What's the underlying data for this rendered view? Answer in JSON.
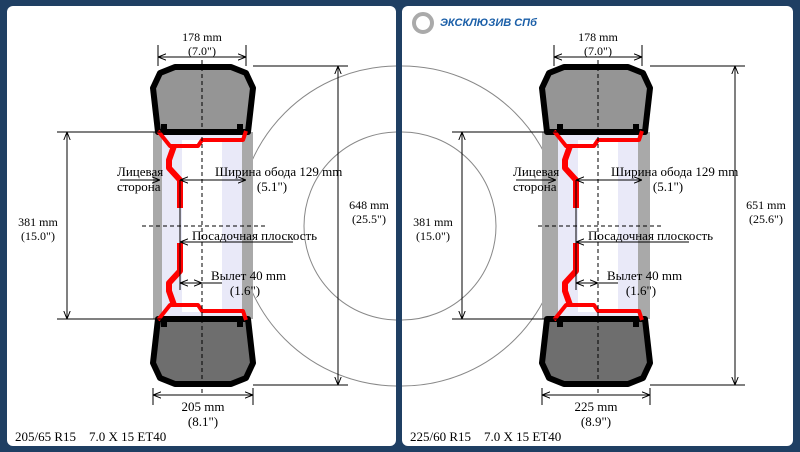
{
  "brand": {
    "name": "ЭКСКЛЮЗИВ СПб"
  },
  "colors": {
    "rim": "#ff0000",
    "tire": "#000000",
    "background": "#1f3f63"
  },
  "common": {
    "face_side_line1": "Лицевая",
    "face_side_line2": "сторона",
    "mounting_plane": "Посадочная плоскость"
  },
  "panels": [
    {
      "tire_width_top_mm": "178 mm",
      "tire_width_top_in": "(7.0\")",
      "rim_width": "Ширина обода 129 mm",
      "rim_width_in": "(5.1\")",
      "outer_diameter_mm": "648 mm",
      "outer_diameter_in": "(25.5\")",
      "rim_diameter_mm": "381 mm",
      "rim_diameter_in": "(15.0\")",
      "offset": "Вылет 40 mm",
      "offset_in": "(1.6\")",
      "tire_width_mm": "205 mm",
      "tire_width_in": "(8.1\")",
      "spec": "205/65 R15    7.0 X 15 ET40"
    },
    {
      "tire_width_top_mm": "178 mm",
      "tire_width_top_in": "(7.0\")",
      "rim_width": "Ширина обода 129 mm",
      "rim_width_in": "(5.1\")",
      "outer_diameter_mm": "651 mm",
      "outer_diameter_in": "(25.6\")",
      "rim_diameter_mm": "381 mm",
      "rim_diameter_in": "(15.0\")",
      "offset": "Вылет 40 mm",
      "offset_in": "(1.6\")",
      "tire_width_mm": "225 mm",
      "tire_width_in": "(8.9\")",
      "spec": "225/60 R15    7.0 X 15 ET40"
    }
  ]
}
